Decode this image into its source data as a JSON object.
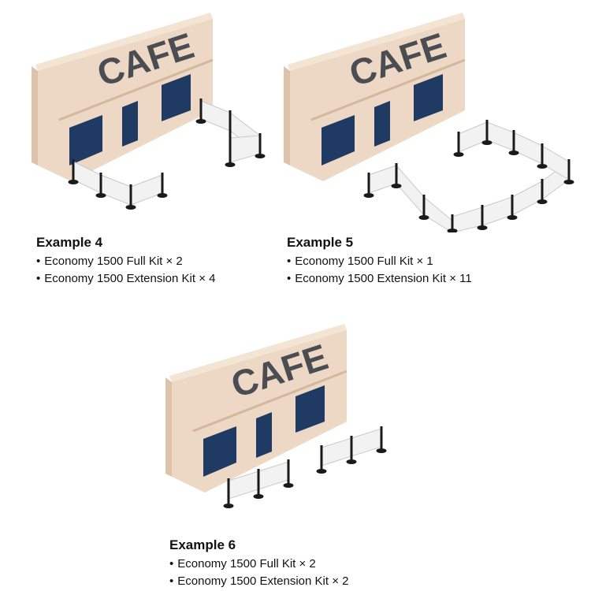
{
  "examples": [
    {
      "title": "Example 4",
      "sign": "CAFE",
      "items": [
        "Economy 1500 Full Kit × 2",
        "Economy 1500 Extension Kit × 4"
      ]
    },
    {
      "title": "Example 5",
      "sign": "CAFE",
      "items": [
        "Economy 1500 Full Kit × 1",
        "Economy 1500 Extension Kit × 11"
      ]
    },
    {
      "title": "Example 6",
      "sign": "CAFE",
      "items": [
        "Economy 1500 Full Kit × 2",
        "Economy 1500 Extension Kit × 2"
      ]
    }
  ],
  "colors": {
    "facade": "#ecd8c4",
    "facade_side": "#dcc3aa",
    "facade_top": "#f4e4d3",
    "window": "#1f3b63",
    "sign": "#4a4d52",
    "barrier_panel": "#f2f2f2",
    "post": "#1a1a1a"
  }
}
